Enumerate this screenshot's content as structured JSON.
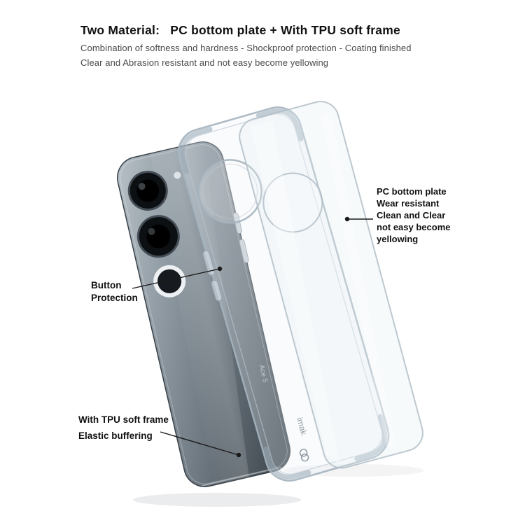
{
  "header": {
    "title": "Two Material:   PC bottom plate + With TPU soft frame",
    "subtitle_line1": "Combination of softness and hardness - Shockproof protection - Coating finished",
    "subtitle_line2": "Clear and Abrasion resistant and not easy become yellowing"
  },
  "annotations": {
    "pc_plate": {
      "lines": [
        "PC bottom plate",
        "Wear resistant",
        "Clean and Clear",
        "not easy become",
        "yellowing"
      ]
    },
    "button_protection": {
      "lines": [
        "Button",
        "Protection"
      ]
    },
    "tpu_frame": {
      "lines": [
        "With TPU soft frame",
        "Elastic buffering"
      ]
    }
  },
  "product": {
    "phone_back_text": "Ace 5",
    "case_brand_text": "imak"
  },
  "colors": {
    "background": "#ffffff",
    "title_text": "#111111",
    "subtitle_text": "#4a4a4a",
    "annotation_text": "#111111",
    "leader_line": "#1a1a1a"
  }
}
